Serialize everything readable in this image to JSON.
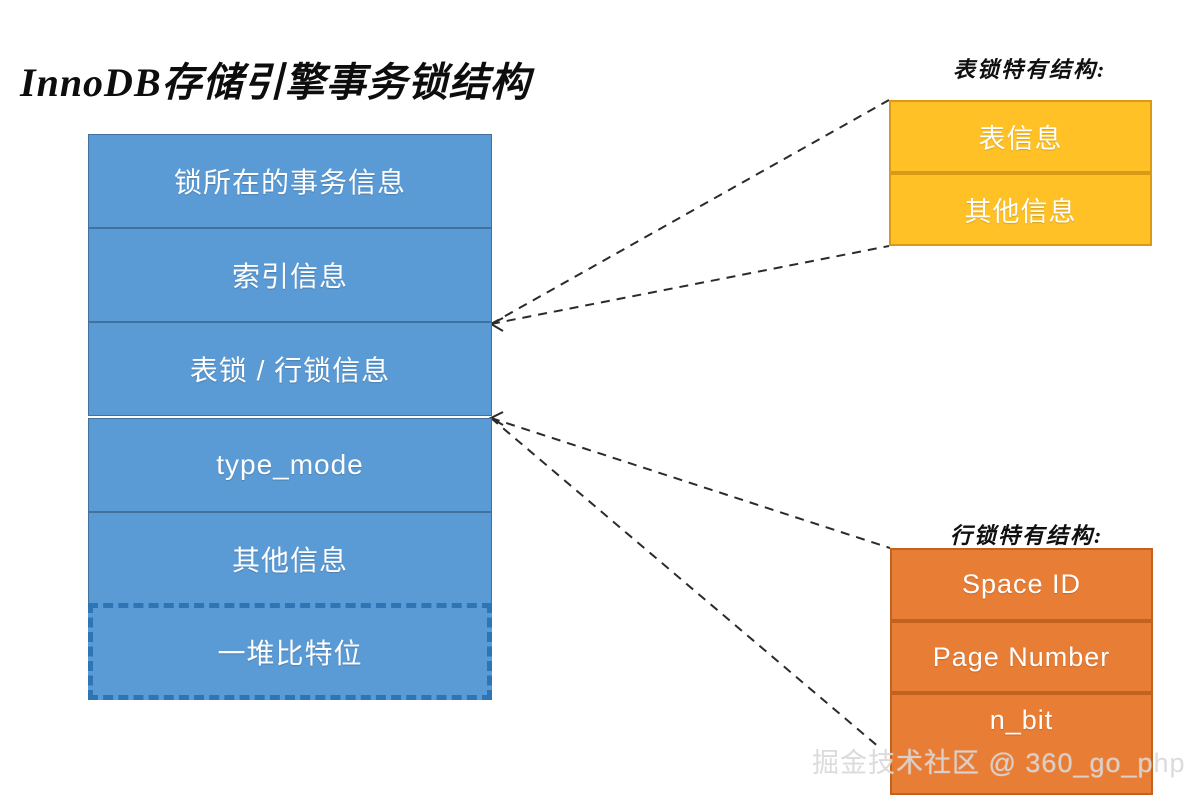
{
  "title": "InnoDB存储引擎事务锁结构",
  "lock_struct": {
    "name": "lock-structure-stack",
    "rows": [
      {
        "label": "锁所在的事务信息",
        "style": "solid"
      },
      {
        "label": "索引信息",
        "style": "solid"
      },
      {
        "label": "表锁 / 行锁信息",
        "style": "solid"
      },
      {
        "label": "type_mode",
        "style": "solid"
      },
      {
        "label": "其他信息",
        "style": "solid"
      },
      {
        "label": "一堆比特位",
        "style": "dashed"
      }
    ]
  },
  "table_lock": {
    "caption": "表锁特有结构:",
    "rows": [
      {
        "label": "表信息"
      },
      {
        "label": "其他信息"
      }
    ]
  },
  "row_lock": {
    "caption": "行锁特有结构:",
    "rows": [
      {
        "label": "Space ID"
      },
      {
        "label": "Page Number"
      },
      {
        "label": "n_bit"
      }
    ]
  },
  "watermark": "掘金技术社区 @ 360_go_php",
  "colors": {
    "blue_fill": "#5B9BD5",
    "blue_border": "#41719C",
    "blue_dashed_border": "#2E75B6",
    "yellow_fill": "#FFC125",
    "yellow_border": "#D99B16",
    "orange_fill": "#E87D35",
    "orange_border": "#C1631F",
    "connector": "#2b2b2b",
    "background": "#FFFFFF",
    "text_on_fill": "#FFFFFF",
    "title_text": "#0D0D0D"
  }
}
